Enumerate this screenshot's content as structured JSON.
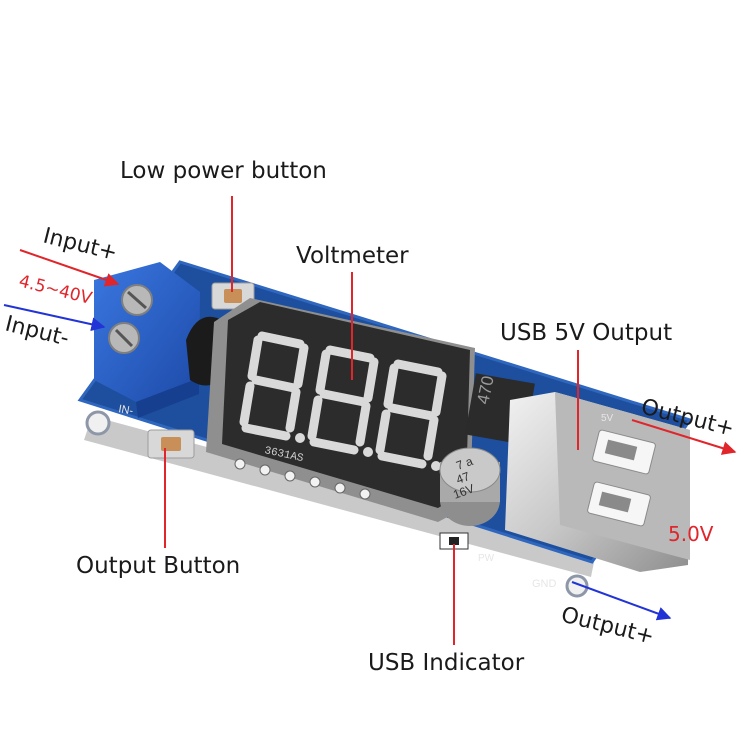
{
  "labels": {
    "low_power_button": "Low power button",
    "voltmeter": "Voltmeter",
    "input_plus": "Input+",
    "input_range": "4.5~40V",
    "input_minus": "Input-",
    "usb_5v_output": "USB 5V Output",
    "output_plus_top": "Output+",
    "output_voltage": "5.0V",
    "output_button": "Output Button",
    "usb_indicator": "USB Indicator",
    "output_plus_bottom": "Output+"
  },
  "silkscreen": {
    "in_minus": "IN-",
    "display_part": "3631AS",
    "inductor": "470",
    "cap_top": "7 a",
    "cap_mid": "47",
    "cap_bottom": "16V",
    "pw": "PW",
    "gnd": "GND",
    "five_v": "5V"
  },
  "colors": {
    "board": "#1d4f9e",
    "terminal": "#2a63c9",
    "red_pointer": "#e0252b",
    "blue_pointer": "#2234d6",
    "text": "#1a1a1a"
  }
}
